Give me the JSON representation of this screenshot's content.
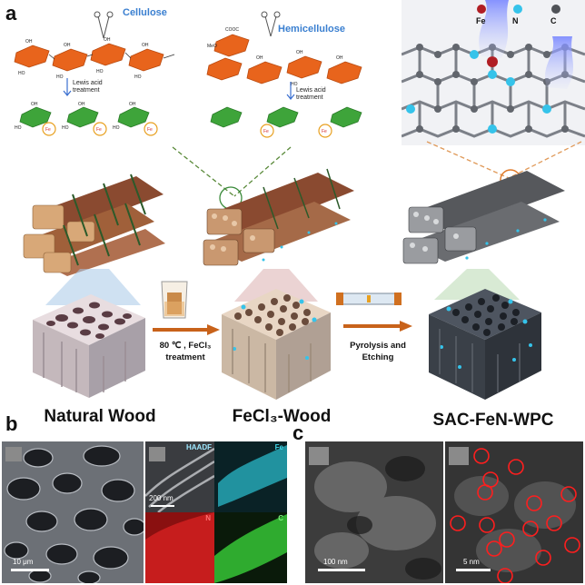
{
  "panels": {
    "a": "a",
    "b": "b",
    "c": "c"
  },
  "molecules": {
    "cellulose": "Cellulose",
    "hemicellulose": "Hemicellulose",
    "lewis_line1": "Lewis acid",
    "lewis_line2": "treatment"
  },
  "legend": {
    "fe": "Fe",
    "n": "N",
    "c": "C"
  },
  "colors": {
    "fe": "#b01e24",
    "n": "#35c3ea",
    "c": "#505358",
    "arrow": "#c8621a",
    "sugar": "#e8641c",
    "sugar_green": "#3ea43a"
  },
  "steps": {
    "step1_line1": "80 ℃ , FeCl₃",
    "step1_line2": "treatment",
    "step2_line1": "Pyrolysis and",
    "step2_line2": "Etching"
  },
  "stages": {
    "natural": "Natural Wood",
    "fecl3": "FeCl₃-Wood",
    "sac": "SAC-FeN-WPC"
  },
  "micro": {
    "sem_scale": "10 μm",
    "haadf_label": "HAADF",
    "haadf_scale": "200 nm",
    "fe_label": "Fe",
    "n_label": "N",
    "c_label": "C",
    "tem_scale": "100 nm",
    "stem_scale": "5 nm"
  }
}
